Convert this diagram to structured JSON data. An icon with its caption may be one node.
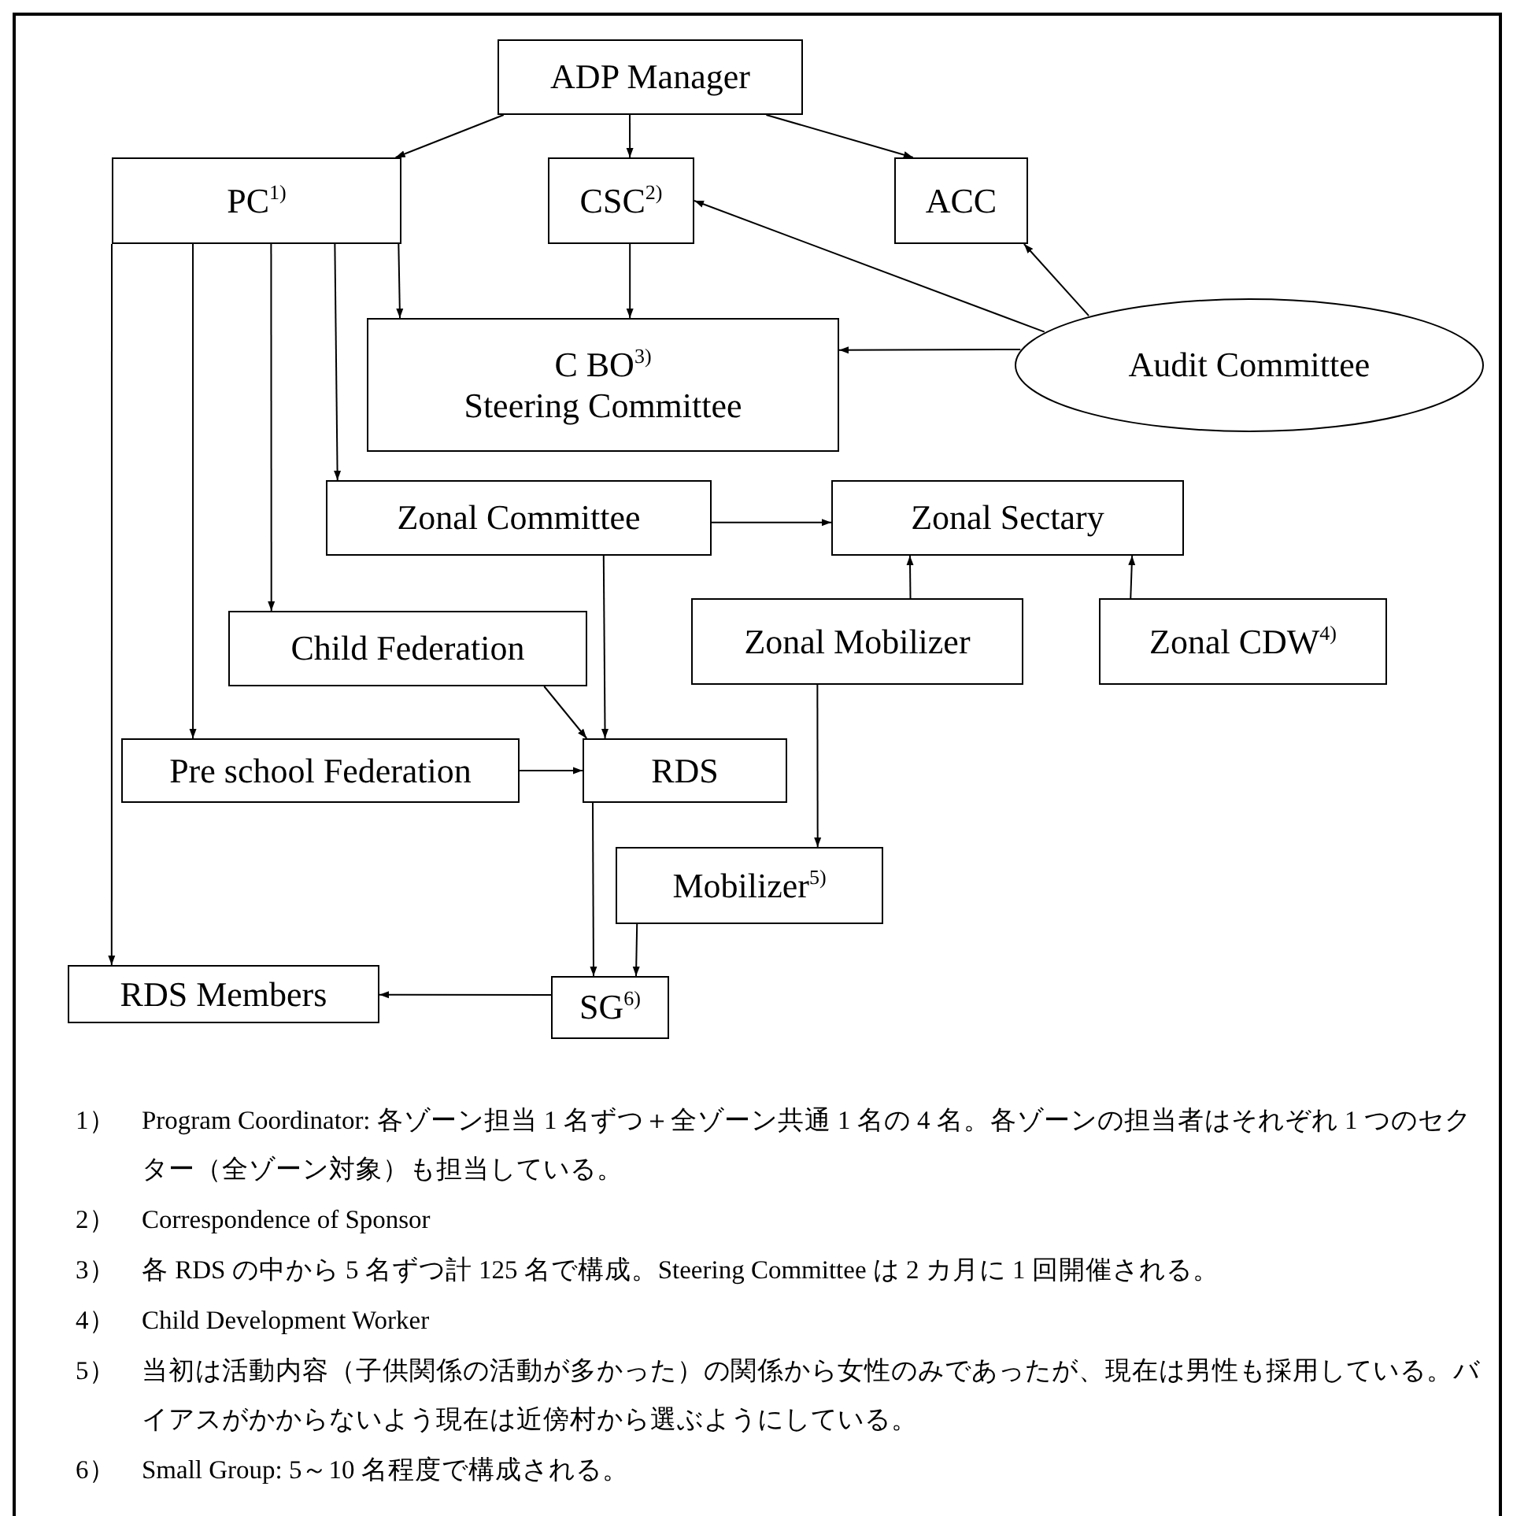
{
  "diagram": {
    "nodes": [
      {
        "text": [
          "ADP Manager"
        ]
      },
      {
        "text": [
          "PC$^{1)}$"
        ]
      },
      {
        "text": [
          "CSC$^{2)}$"
        ]
      },
      {
        "text": [
          "ACC"
        ]
      },
      {
        "text": [
          "C BO$^{3)}$",
          "Steering Committee"
        ]
      },
      {
        "text": [
          "Audit Committee"
        ]
      },
      {
        "text": [
          "Zonal Committee"
        ]
      },
      {
        "text": [
          "Zonal Sectary"
        ]
      },
      {
        "text": [
          "Child Federation"
        ]
      },
      {
        "text": [
          "Zonal Mobilizer"
        ]
      },
      {
        "text": [
          "Zonal CDW$^{4)}$"
        ]
      },
      {
        "text": [
          "Pre school Federation"
        ]
      },
      {
        "text": [
          "RDS"
        ]
      },
      {
        "text": [
          "Mobilizer$^{5)}$"
        ]
      },
      {
        "text": [
          "RDS Members"
        ]
      },
      {
        "text": [
          "SG$^{6)}$"
        ]
      }
    ],
    "edges": [
      {
        "from": 0,
        "to": 1,
        "arrow": "to"
      },
      {
        "from": 0,
        "to": 2,
        "arrow": "to"
      },
      {
        "from": 0,
        "to": 3,
        "arrow": "to"
      },
      {
        "from": 1,
        "to": 4,
        "arrow": "to"
      },
      {
        "from": 1,
        "to": 6,
        "arrow": "to"
      },
      {
        "from": 1,
        "to": 8,
        "arrow": "to"
      },
      {
        "from": 1,
        "to": 11,
        "arrow": "to"
      },
      {
        "from": 1,
        "to": 14,
        "arrow": "to"
      },
      {
        "from": 2,
        "to": 4,
        "arrow": "to"
      },
      {
        "from": 5,
        "to": 2,
        "arrow": "to"
      },
      {
        "from": 5,
        "to": 3,
        "arrow": "to"
      },
      {
        "from": 5,
        "to": 4,
        "arrow": "to"
      },
      {
        "from": 6,
        "to": 7,
        "arrow": "to"
      },
      {
        "from": 6,
        "to": 12,
        "arrow": "to"
      },
      {
        "from": 8,
        "to": 12,
        "arrow": "to"
      },
      {
        "from": 11,
        "to": 12,
        "arrow": "to"
      },
      {
        "from": 9,
        "to": 7,
        "arrow": "to"
      },
      {
        "from": 10,
        "to": 7,
        "arrow": "to"
      },
      {
        "from": 9,
        "to": 13,
        "arrow": "to"
      },
      {
        "from": 12,
        "to": 15,
        "arrow": "to"
      },
      {
        "from": 13,
        "to": 15,
        "arrow": "to"
      },
      {
        "from": 15,
        "to": 14,
        "arrow": "to"
      }
    ],
    "labels": [
      "1）",
      "Program Coordinator: 各ゾーン担当 1 名ずつ＋全ゾーン共通 1 名の 4 名。各ゾーンの担当者はそれぞれ 1 つのセクター（全ゾーン対象）も担当している。",
      "2）",
      "Correspondence of Sponsor",
      "3）",
      "各 RDS の中から 5 名ずつ計 125 名で構成。Steering Committee は 2 カ月に 1 回開催される。",
      "4）",
      "Child Development Worker",
      "5）",
      "当初は活動内容（子供関係の活動が多かった）の関係から女性のみであったが、現在は男性も採用している。バイアスがかからないよう現在は近傍村から選ぶようにしている。",
      "6）",
      "Small Group: 5～10 名程度で構成される。"
    ]
  }
}
